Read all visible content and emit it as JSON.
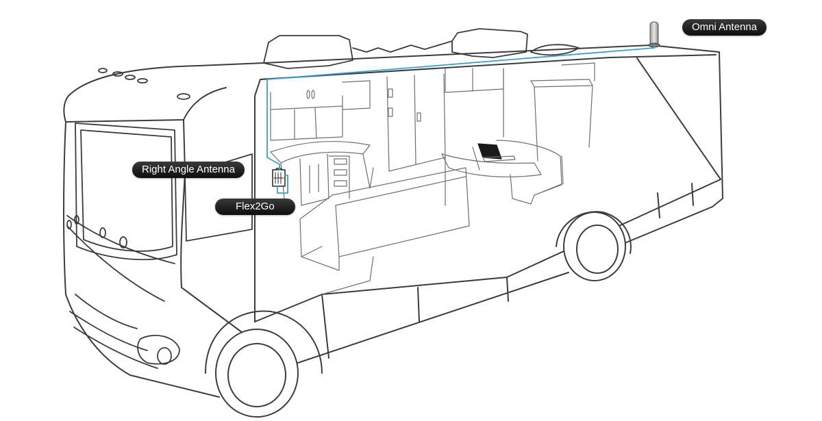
{
  "labels": {
    "omni_antenna": "Omni Antenna",
    "right_angle_antenna": "Right Angle Antenna",
    "booster": "Flex2Go"
  },
  "colors": {
    "outline": "#3b3b3b",
    "interior_line": "#6e6e6e",
    "cable": "#3aa0d0",
    "label_background": "#1a1a1a",
    "label_text": "#ffffff"
  }
}
